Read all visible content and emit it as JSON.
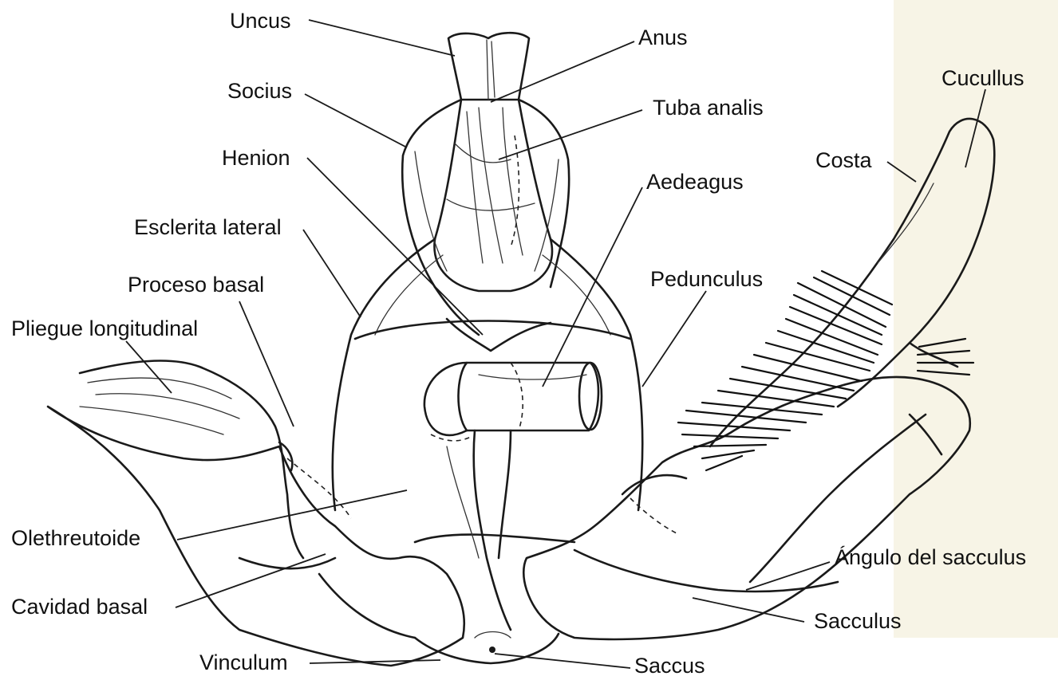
{
  "labels": {
    "uncus": "Uncus",
    "anus": "Anus",
    "socius": "Socius",
    "tuba_analis": "Tuba analis",
    "cucullus": "Cucullus",
    "henion": "Henion",
    "costa": "Costa",
    "aedeagus": "Aedeagus",
    "esclerita_lateral": "Esclerita lateral",
    "proceso_basal": "Proceso basal",
    "pedunculus": "Pedunculus",
    "pliegue_longitudinal": "Pliegue longitudinal",
    "olethreutoide": "Olethreutoide",
    "angulo_sacculus": "Ángulo del sacculus",
    "cavidad_basal": "Cavidad basal",
    "sacculus": "Sacculus",
    "vinculum": "Vinculum",
    "saccus": "Saccus"
  },
  "colors": {
    "ink": "#1a1a1a",
    "background": "#ffffff",
    "right_panel_tint": "#f7f4e6"
  }
}
